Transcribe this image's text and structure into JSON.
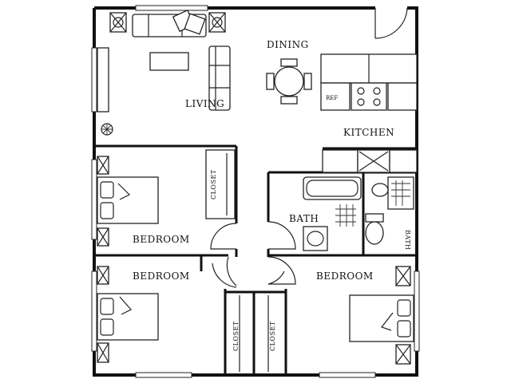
{
  "floor_plan": {
    "rooms": {
      "living": "LIVING",
      "dining": "DINING",
      "kitchen": "KITCHEN",
      "bath_main": "BATH",
      "bath_side": "BATH",
      "bedroom_top_left": "BEDROOM",
      "bedroom_bottom_left": "BEDROOM",
      "bedroom_bottom_right": "BEDROOM"
    },
    "closets": {
      "bedroom_top_left": "CLOSET",
      "hall_left": "CLOSET",
      "hall_right": "CLOSET"
    },
    "appliances": {
      "refrigerator": "REF"
    },
    "colors": {
      "line": "#111111",
      "background": "#ffffff"
    }
  }
}
